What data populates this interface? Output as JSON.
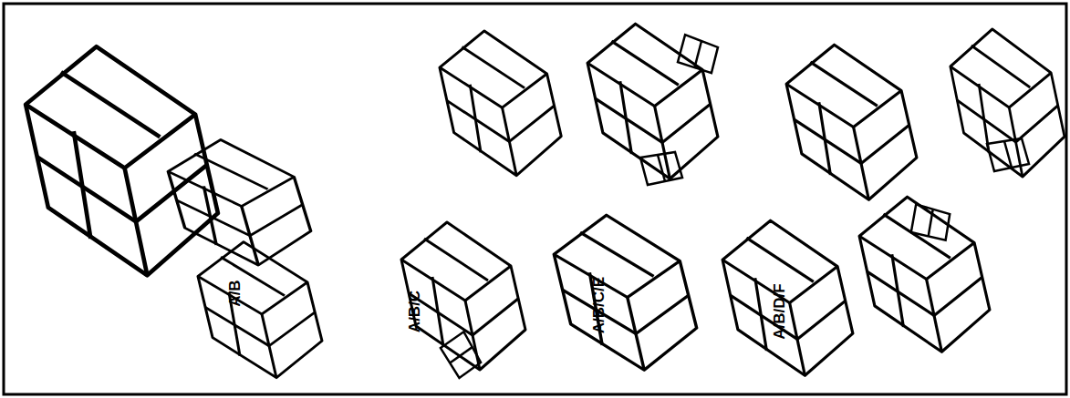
{
  "diagram": {
    "labels": [
      "A/B",
      "A/B/C",
      "A/B/C/E",
      "A/B/D/F"
    ]
  }
}
